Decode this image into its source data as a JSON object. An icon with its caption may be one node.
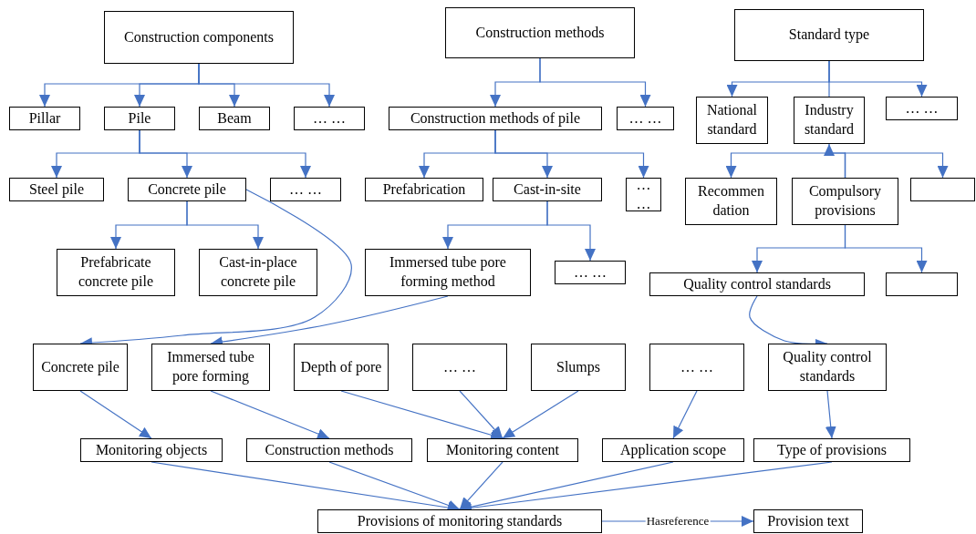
{
  "diagram": {
    "nodes": [
      {
        "text": [
          "Construction components"
        ]
      },
      {
        "text": [
          "Pillar"
        ]
      },
      {
        "text": [
          "Pile"
        ]
      },
      {
        "text": [
          "Beam"
        ]
      },
      {
        "text": [
          "… …"
        ]
      },
      {
        "text": [
          "Steel pile"
        ]
      },
      {
        "text": [
          "Concrete pile"
        ]
      },
      {
        "text": [
          "… …"
        ]
      },
      {
        "text": [
          "Prefabricate concrete pile"
        ]
      },
      {
        "text": [
          "Cast-in-place concrete pile"
        ]
      },
      {
        "text": [
          "Construction methods"
        ]
      },
      {
        "text": [
          "Construction methods of pile"
        ]
      },
      {
        "text": [
          "… …"
        ]
      },
      {
        "text": [
          "Prefabrication"
        ]
      },
      {
        "text": [
          "Cast-in-site"
        ]
      },
      {
        "text": [
          "… …"
        ]
      },
      {
        "text": [
          "Immersed tube pore forming method"
        ]
      },
      {
        "text": [
          "… …"
        ]
      },
      {
        "text": [
          "Standard type"
        ]
      },
      {
        "text": [
          "National standard"
        ]
      },
      {
        "text": [
          "Industry standard"
        ]
      },
      {
        "text": [
          "… …"
        ]
      },
      {
        "text": [
          "Recommen dation"
        ]
      },
      {
        "text": [
          "Compulsory provisions"
        ]
      },
      {
        "text": [],
        "shape": "box"
      },
      {
        "text": [
          "Quality control standards"
        ]
      },
      {
        "text": [],
        "shape": "box"
      },
      {
        "text": [
          "Concrete pile"
        ]
      },
      {
        "text": [
          "Immersed tube pore forming"
        ]
      },
      {
        "text": [
          "Depth of pore"
        ]
      },
      {
        "text": [
          "… …"
        ]
      },
      {
        "text": [
          "Slumps"
        ]
      },
      {
        "text": [
          "… …"
        ]
      },
      {
        "text": [
          "Quality control standards"
        ]
      },
      {
        "text": [
          "Monitoring objects"
        ]
      },
      {
        "text": [
          "Construction methods"
        ]
      },
      {
        "text": [
          "Monitoring content"
        ]
      },
      {
        "text": [
          "Application scope"
        ]
      },
      {
        "text": [
          "Type of provisions"
        ]
      },
      {
        "text": [
          "Provisions of monitoring standards"
        ]
      },
      {
        "text": [
          "Provision text"
        ]
      }
    ],
    "edges": [
      {
        "from": 0,
        "to": 1,
        "arrow": "to"
      },
      {
        "from": 0,
        "to": 2,
        "arrow": "to"
      },
      {
        "from": 0,
        "to": 3,
        "arrow": "to"
      },
      {
        "from": 0,
        "to": 4,
        "arrow": "to"
      },
      {
        "from": 2,
        "to": 5,
        "arrow": "to"
      },
      {
        "from": 2,
        "to": 6,
        "arrow": "to"
      },
      {
        "from": 2,
        "to": 7,
        "arrow": "to"
      },
      {
        "from": 6,
        "to": 8,
        "arrow": "to"
      },
      {
        "from": 6,
        "to": 9,
        "arrow": "to"
      },
      {
        "from": 10,
        "to": 11,
        "arrow": "to"
      },
      {
        "from": 10,
        "to": 12,
        "arrow": "to"
      },
      {
        "from": 11,
        "to": 13,
        "arrow": "to"
      },
      {
        "from": 11,
        "to": 14,
        "arrow": "to"
      },
      {
        "from": 11,
        "to": 15,
        "arrow": "to"
      },
      {
        "from": 14,
        "to": 16,
        "arrow": "to"
      },
      {
        "from": 14,
        "to": 17,
        "arrow": "to"
      },
      {
        "from": 18,
        "to": 19,
        "arrow": "to"
      },
      {
        "from": 18,
        "to": 20,
        "arrow": "none"
      },
      {
        "from": 18,
        "to": 21,
        "arrow": "to"
      },
      {
        "from": 23,
        "to": 22,
        "arrow": "to"
      },
      {
        "from": 23,
        "to": 20,
        "arrow": "to"
      },
      {
        "from": 23,
        "to": 24,
        "arrow": "to"
      },
      {
        "from": 23,
        "to": 25,
        "arrow": "to"
      },
      {
        "from": 23,
        "to": 26,
        "arrow": "to"
      },
      {
        "from": 6,
        "to": 27,
        "arrow": "to"
      },
      {
        "from": 16,
        "to": 28,
        "arrow": "to"
      },
      {
        "from": 25,
        "to": 33,
        "arrow": "to"
      },
      {
        "from": 27,
        "to": 34,
        "arrow": "to"
      },
      {
        "from": 28,
        "to": 35,
        "arrow": "to"
      },
      {
        "from": 29,
        "to": 36,
        "arrow": "to"
      },
      {
        "from": 30,
        "to": 36,
        "arrow": "to"
      },
      {
        "from": 31,
        "to": 36,
        "arrow": "to"
      },
      {
        "from": 32,
        "to": 37,
        "arrow": "to"
      },
      {
        "from": 33,
        "to": 38,
        "arrow": "to"
      },
      {
        "from": 34,
        "to": 39,
        "arrow": "to"
      },
      {
        "from": 35,
        "to": 39,
        "arrow": "to"
      },
      {
        "from": 36,
        "to": 39,
        "arrow": "to"
      },
      {
        "from": 37,
        "to": 39,
        "arrow": "to"
      },
      {
        "from": 38,
        "to": 39,
        "arrow": "to"
      },
      {
        "from": 39,
        "to": 40,
        "arrow": "to",
        "label": "Hasreference"
      }
    ]
  }
}
